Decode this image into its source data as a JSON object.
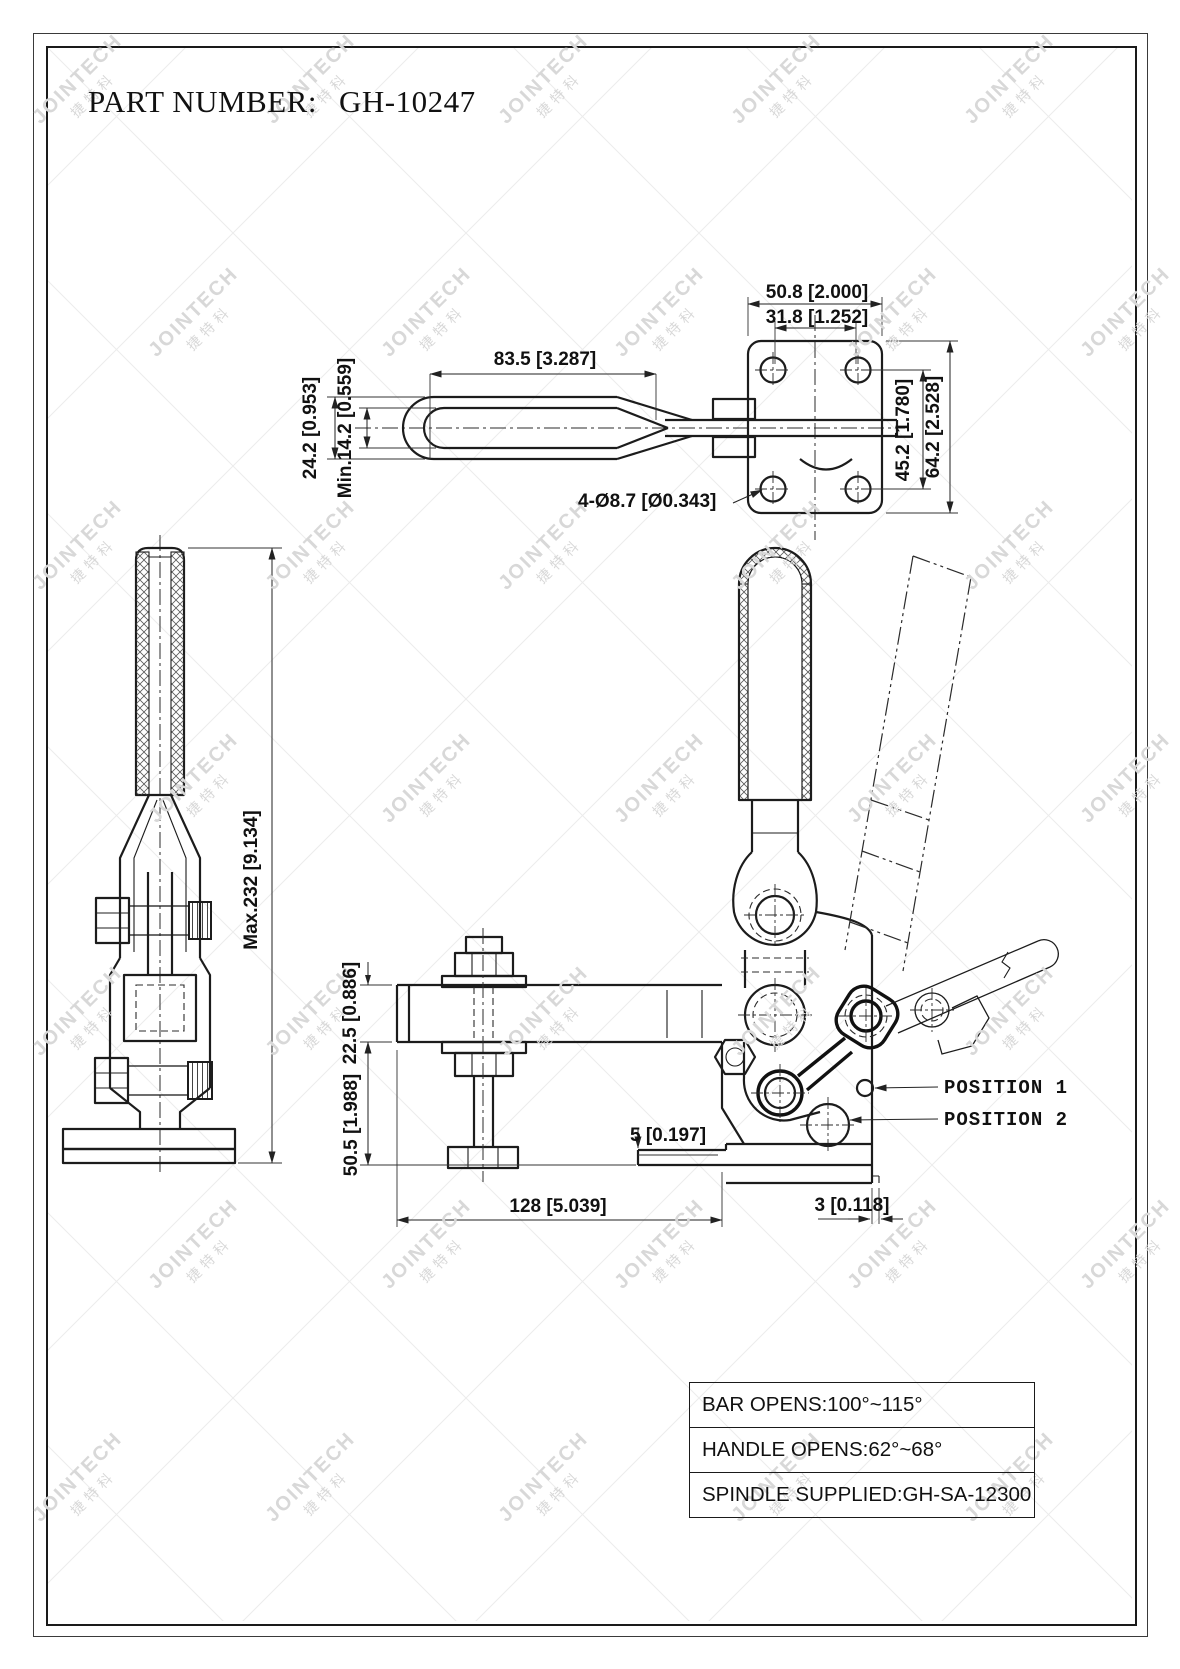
{
  "page": {
    "title_label": "PART NUMBER:",
    "part_number": "GH-10247"
  },
  "watermark": {
    "brand": "JOINTECH",
    "cjk": "捷特科"
  },
  "top_view": {
    "dim_plate_width": "50.8 [2.000]",
    "dim_hole_span": "31.8 [1.252]",
    "dim_bar_length": "83.5 [3.287]",
    "dim_bar_width": "24.2 [0.953]",
    "dim_slot_width": "Min.14.2 [0.559]",
    "dim_hole_vspan": "45.2 [1.780]",
    "dim_plate_height": "64.2 [2.528]",
    "dim_holes_callout": "4-Ø8.7 [Ø0.343]"
  },
  "side_view": {
    "dim_max_height": "Max.232 [9.134]"
  },
  "front_view": {
    "dim_bar_thickness": "22.5 [0.886]",
    "dim_base_height": "50.5 [1.988]",
    "dim_lip": "5 [0.197]",
    "dim_length": "128 [5.039]",
    "dim_plate_thickness": "3 [0.118]",
    "label_position1": "POSITION  1",
    "label_position2": "POSITION  2"
  },
  "spec_table": {
    "rows": [
      "BAR OPENS:100°~115°",
      "HANDLE OPENS:62°~68°",
      "SPINDLE SUPPLIED:GH-SA-12300"
    ]
  }
}
